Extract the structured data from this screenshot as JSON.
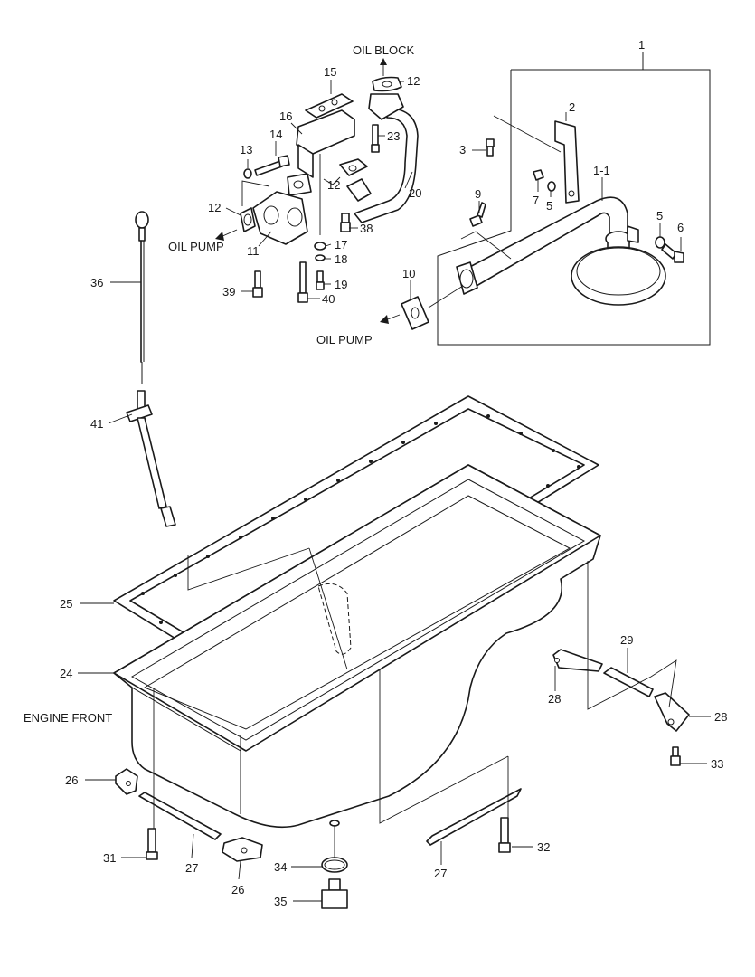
{
  "callouts": {
    "n1": "1",
    "n1_1": "1-1",
    "n2": "2",
    "n3": "3",
    "n5a": "5",
    "n5b": "5",
    "n6": "6",
    "n7": "7",
    "n9": "9",
    "n10": "10",
    "n11": "11",
    "n12a": "12",
    "n12b": "12",
    "n12c": "12",
    "n13": "13",
    "n14": "14",
    "n15": "15",
    "n16": "16",
    "n17": "17",
    "n18": "18",
    "n19": "19",
    "n20": "20",
    "n23": "23",
    "n24": "24",
    "n25": "25",
    "n26a": "26",
    "n26b": "26",
    "n27a": "27",
    "n27b": "27",
    "n28a": "28",
    "n28b": "28",
    "n29": "29",
    "n31": "31",
    "n32": "32",
    "n33": "33",
    "n34": "34",
    "n35": "35",
    "n36": "36",
    "n38": "38",
    "n39": "39",
    "n40": "40",
    "n41": "41"
  },
  "labels": {
    "oil_block": "OIL BLOCK",
    "oil_pump_left": "OIL PUMP",
    "oil_pump_right": "OIL PUMP",
    "engine_front": "ENGINE FRONT"
  }
}
